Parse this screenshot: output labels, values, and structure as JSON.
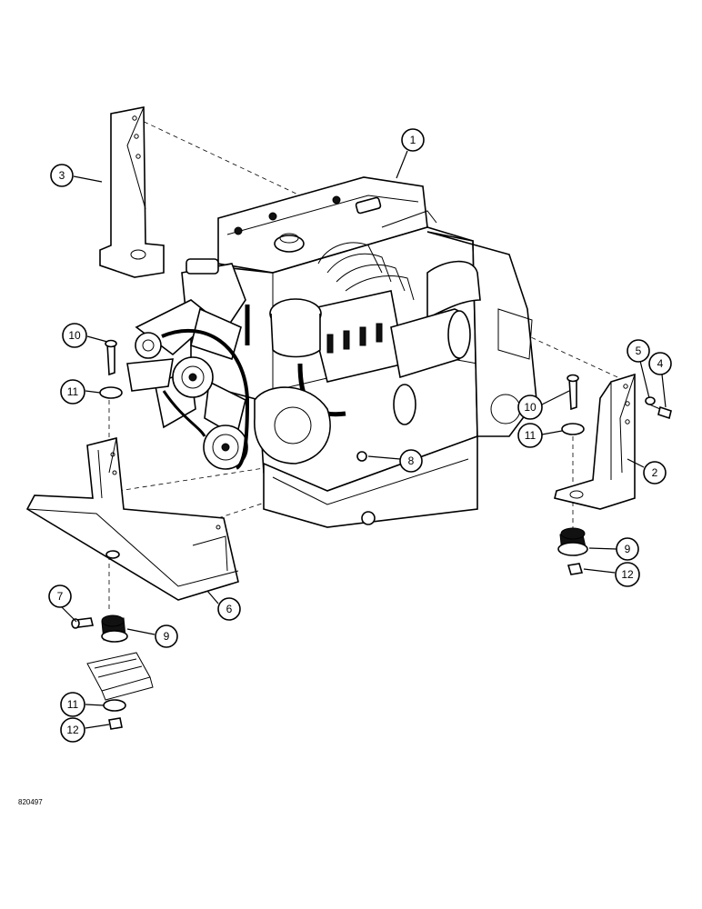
{
  "drawing_id": "820497",
  "callouts": {
    "c1": "1",
    "c2": "2",
    "c3": "3",
    "c4": "4",
    "c5": "5",
    "c6": "6",
    "c7": "7",
    "c8": "8",
    "c9a": "9",
    "c9b": "9",
    "c10a": "10",
    "c10b": "10",
    "c11a": "11",
    "c11b": "11",
    "c11c": "11",
    "c12a": "12",
    "c12b": "12"
  }
}
